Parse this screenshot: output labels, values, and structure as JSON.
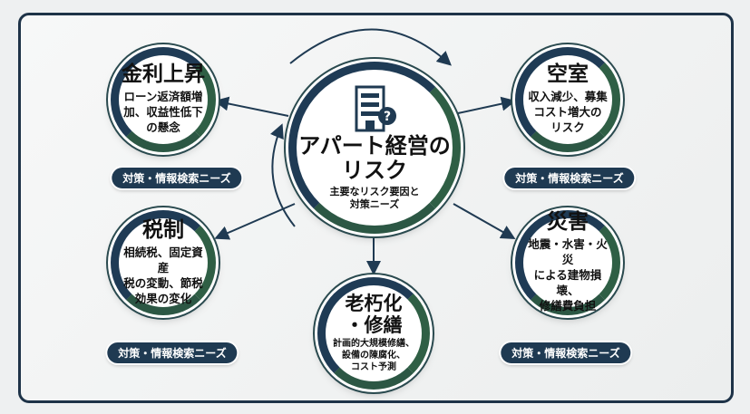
{
  "center": {
    "title_line1": "アパート経営の",
    "title_line2": "リスク",
    "subtitle_line1": "主要なリスク要因と",
    "subtitle_line2": "対策ニーズ",
    "icon": "building-question-icon"
  },
  "risks": [
    {
      "title": "金利上昇",
      "desc": [
        "ローン返済額増",
        "加、収益性低下",
        "の懸念"
      ],
      "pill": "対策・情報検索ニーズ"
    },
    {
      "title": "空室",
      "desc": [
        "収入減少、募集",
        "コスト増大の",
        "リスク"
      ],
      "pill": "対策・情報検索ニーズ"
    },
    {
      "title": "税制",
      "desc": [
        "相続税、固定資産",
        "税の変動、節税",
        "効果の変化"
      ],
      "pill": "対策・情報検索ニーズ"
    },
    {
      "title": "災害",
      "desc": [
        "地震・水害・火災",
        "による建物損壊、",
        "修繕費負担"
      ],
      "pill": "対策・情報検索ニーズ"
    },
    {
      "title_line1": "老朽化",
      "title_line2": "・修繕",
      "desc": [
        "計画的大規模修繕、",
        "設備の陳腐化、",
        "コスト予測"
      ]
    }
  ],
  "colors": {
    "navy": "#1f3a52",
    "green": "#2f5f45"
  }
}
